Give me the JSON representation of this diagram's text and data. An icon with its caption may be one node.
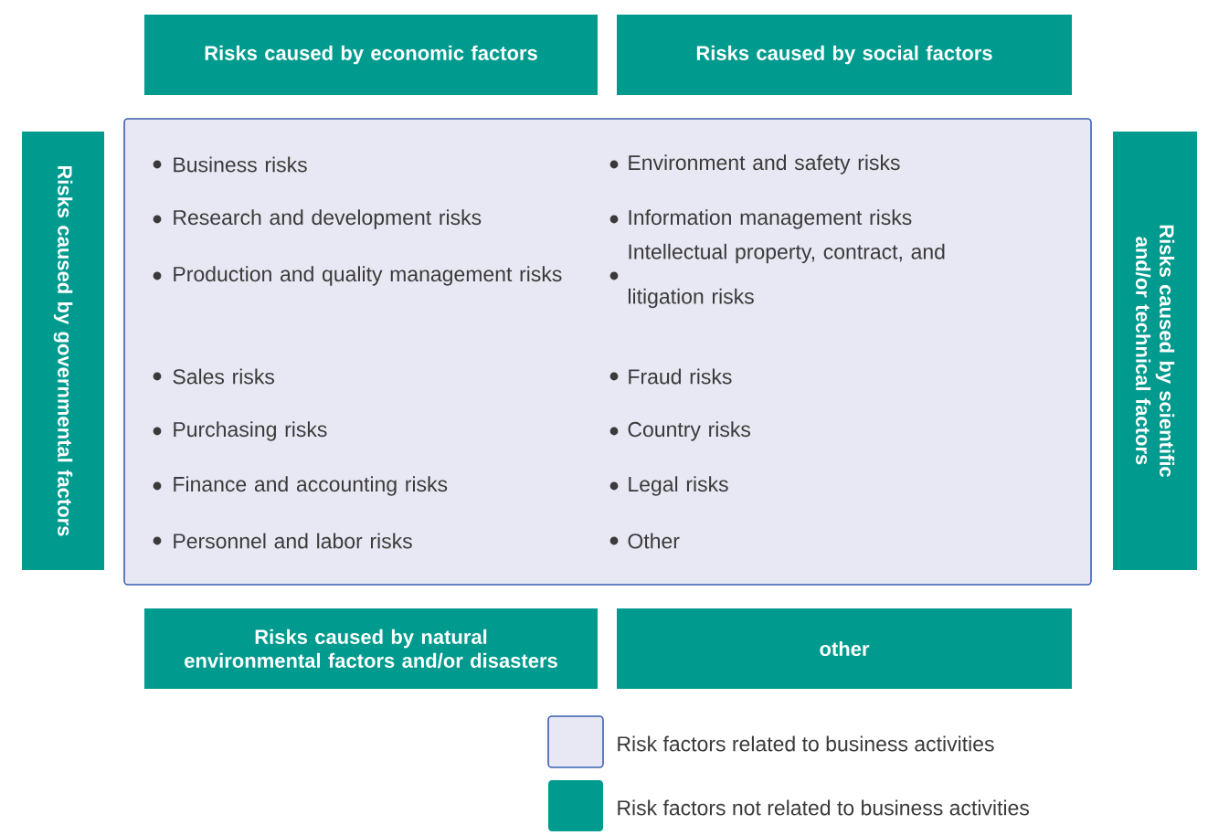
{
  "diagram": {
    "nodes": [
      {
        "text": [
          "Risks caused by economic factors"
        ]
      },
      {
        "text": [
          "Risks caused by social factors"
        ]
      },
      {
        "text": [
          "Risks caused by governmental factors"
        ]
      },
      {
        "text": [
          "Business risks",
          "Research and development risks",
          "Production and quality management risks",
          "Sales risks",
          "Purchasing risks",
          "Finance and accounting risks",
          "Personnel and labor risks",
          "Environment and safety risks",
          "Information management risks",
          "Intellectual property, contract, and litigation risks",
          "Fraud risks",
          "Country risks",
          "Legal risks",
          "Other"
        ]
      },
      {
        "text": [
          "Risks caused by scientific and/or technical factors"
        ]
      },
      {
        "text": [
          "Risks caused by natural environmental factors and/or disasters"
        ]
      },
      {
        "text": [
          "other"
        ]
      }
    ],
    "legend": [
      {
        "text": "Risk factors related to business activities",
        "color": "#e8e8f4"
      },
      {
        "text": "Risk factors not related to business activities",
        "color": "#009b8e"
      }
    ]
  }
}
